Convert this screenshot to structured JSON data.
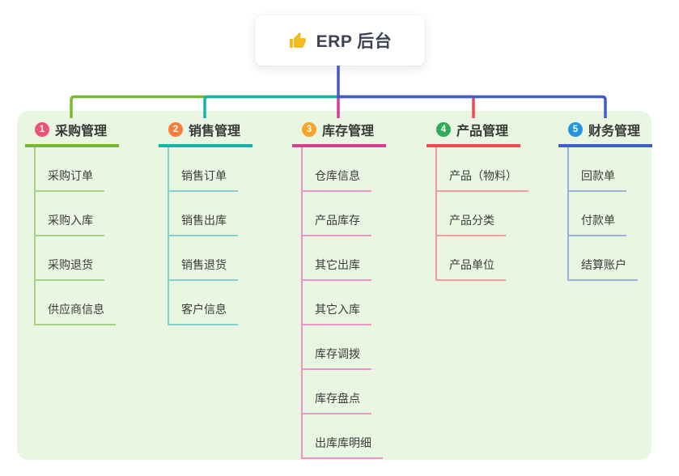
{
  "root": {
    "title": "ERP 后台",
    "icon": "thumbs-up-icon"
  },
  "colors": {
    "page_bg": "#ffffff",
    "panel_bg": "#e9f6e2",
    "root_box_bg": "#ffffff",
    "root_text": "#3e4257",
    "child_text": "#3c3c3c",
    "root_line": "#4c57c9",
    "icon_yellow": "#f3bc1d"
  },
  "branches": [
    {
      "index": "1",
      "title": "采购管理",
      "badge_color": "#f25175",
      "line_color": "#7ab82f",
      "light_color": "#a9d185",
      "children": [
        "采购订单",
        "采购入库",
        "采购退货",
        "供应商信息"
      ]
    },
    {
      "index": "2",
      "title": "销售管理",
      "badge_color": "#f67d3a",
      "line_color": "#14b3ab",
      "light_color": "#80d2cb",
      "children": [
        "销售订单",
        "销售出库",
        "销售退货",
        "客户信息"
      ]
    },
    {
      "index": "3",
      "title": "库存管理",
      "badge_color": "#f9a426",
      "line_color": "#d63d97",
      "light_color": "#ec96c8",
      "children": [
        "仓库信息",
        "产品库存",
        "其它出库",
        "其它入库",
        "库存调拨",
        "库存盘点",
        "出库库明细"
      ]
    },
    {
      "index": "4",
      "title": "产品管理",
      "badge_color": "#2fac55",
      "line_color": "#f1494f",
      "light_color": "#f89ba0",
      "children": [
        "产品（物料）",
        "产品分类",
        "产品单位"
      ]
    },
    {
      "index": "5",
      "title": "财务管理",
      "badge_color": "#2196e3",
      "line_color": "#3e5fc5",
      "light_color": "#9cb0e0",
      "children": [
        "回款单",
        "付款单",
        "结算账户"
      ]
    }
  ]
}
